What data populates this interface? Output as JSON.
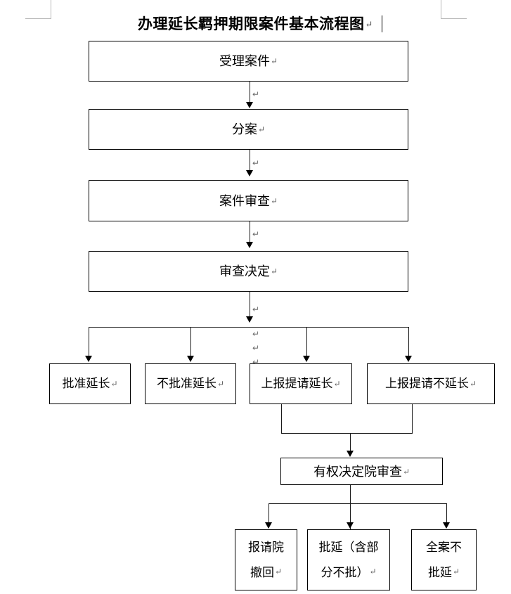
{
  "document": {
    "title": "办理延长羁押期限案件基本流程图",
    "pilcrow": "↵"
  },
  "flowchart": {
    "type": "flowchart",
    "orientation": "top-down",
    "nodes": [
      {
        "id": "n1",
        "label": "受理案件",
        "pilcrow": "↵"
      },
      {
        "id": "n2",
        "label": "分案",
        "pilcrow": "↵"
      },
      {
        "id": "n3",
        "label": "案件审查",
        "pilcrow": "↵"
      },
      {
        "id": "n4",
        "label": "审查决定",
        "pilcrow": "↵"
      },
      {
        "id": "n5",
        "label": "批准延长",
        "pilcrow": "↵"
      },
      {
        "id": "n6",
        "label": "不批准延长",
        "pilcrow": "↵"
      },
      {
        "id": "n7",
        "label": "上报提请延长",
        "pilcrow": "↵"
      },
      {
        "id": "n8",
        "label": "上报提请不延长",
        "pilcrow": "↵"
      },
      {
        "id": "n9",
        "label": "有权决定院审查",
        "pilcrow": "↵"
      },
      {
        "id": "n10",
        "label_line1": "报请院",
        "label_line2": "撤回",
        "pilcrow": "↵"
      },
      {
        "id": "n11",
        "label_line1": "批延（含部",
        "label_line2": "分不批）",
        "pilcrow": "↵"
      },
      {
        "id": "n12",
        "label_line1": "全案不",
        "label_line2": "批延",
        "pilcrow": "↵"
      }
    ],
    "edges": [
      {
        "from": "n1",
        "to": "n2"
      },
      {
        "from": "n2",
        "to": "n3"
      },
      {
        "from": "n3",
        "to": "n4"
      },
      {
        "from": "n4",
        "to": "n5"
      },
      {
        "from": "n4",
        "to": "n6"
      },
      {
        "from": "n4",
        "to": "n7"
      },
      {
        "from": "n4",
        "to": "n8"
      },
      {
        "from": "n7",
        "to": "n9"
      },
      {
        "from": "n8",
        "to": "n9"
      },
      {
        "from": "n9",
        "to": "n10"
      },
      {
        "from": "n9",
        "to": "n11"
      },
      {
        "from": "n9",
        "to": "n12"
      }
    ],
    "floating_marks": [
      "↵",
      "↵",
      "↵",
      "↵",
      "↵",
      "↵",
      "↵"
    ],
    "colors": {
      "stroke": "#000000",
      "background": "#ffffff",
      "text": "#000000",
      "mark": "#6d6d6d",
      "cropmark": "#b9b9b9"
    }
  }
}
